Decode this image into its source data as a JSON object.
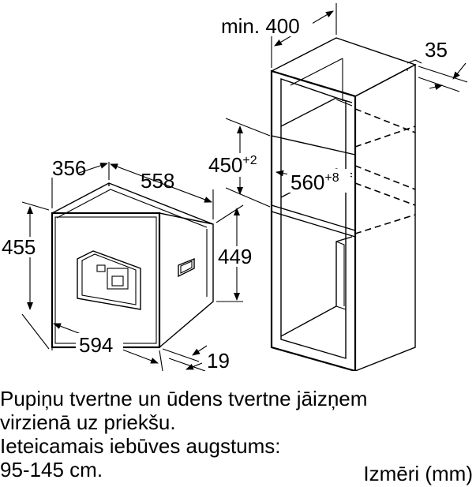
{
  "dimensions": {
    "cabinet_width": "min. 400",
    "cabinet_depth": "35",
    "niche_height": "450",
    "niche_height_tol": "+2",
    "niche_width": "560",
    "niche_width_tol": "+8",
    "appliance_depth_a": "356",
    "appliance_depth_b": "558",
    "appliance_height_total": "455",
    "appliance_height_body": "449",
    "appliance_width": "594",
    "front_offset": "19"
  },
  "notes": {
    "line1": "Pupiņu tvertne un ūdens tvertne jāizņem",
    "line2": "virzienā uz priekšu.",
    "line3": "Ieteicamais iebūves augstums:",
    "line4": "95-145 cm."
  },
  "unit_label": "Izmēri (mm)"
}
